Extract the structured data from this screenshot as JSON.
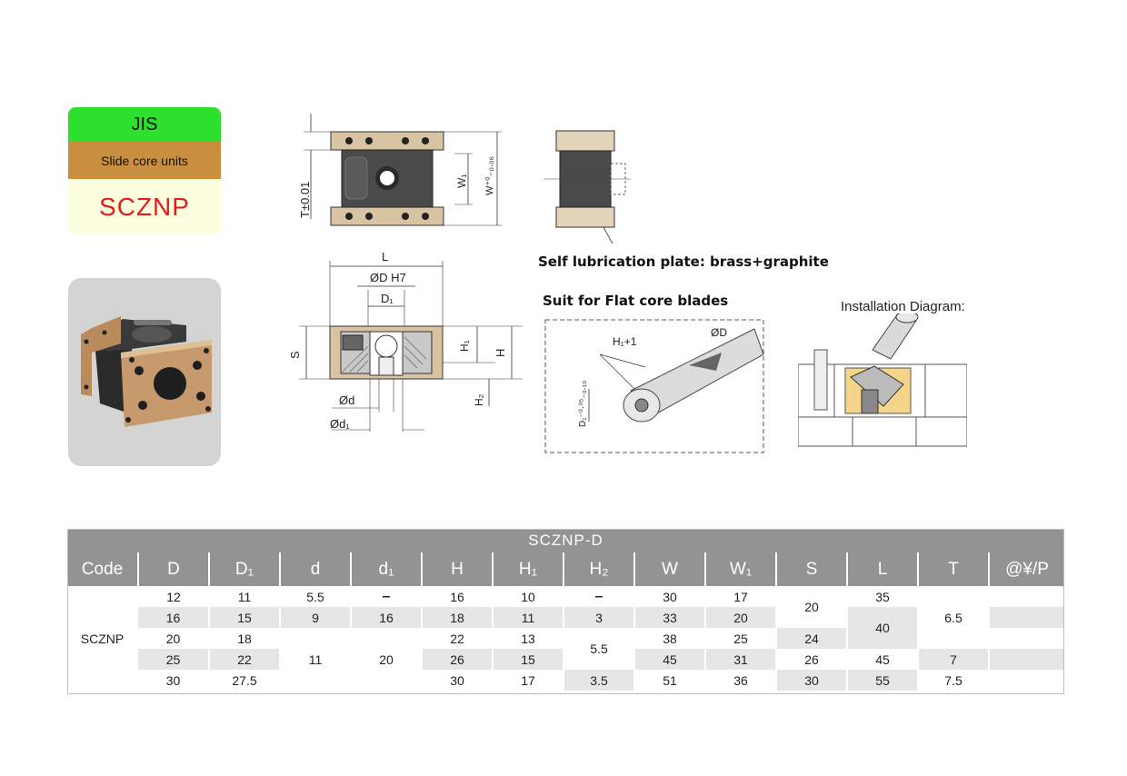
{
  "label": {
    "standard": "JIS",
    "category": "Slide core units",
    "code": "SCZNP"
  },
  "drawing_labels": {
    "t_tol": "T±0.01",
    "w1": "W₁",
    "w_tol": "W⁺⁰₋₀.₀₆",
    "l": "L",
    "od_h7": "ØD H7",
    "d1_cap": "D₁",
    "s": "S",
    "h1": "H₁",
    "h": "H",
    "h2": "H₂",
    "od_small": "Ød",
    "od1_small": "Ød₁",
    "h1_plus": "H₁+1",
    "od_blade": "ØD",
    "d1_tol": "D₁⁻⁰·⁰⁵₋₀.₁₀"
  },
  "captions": {
    "lubrication": "Self lubrication plate: brass+graphite",
    "suit": "Suit for Flat core blades",
    "installation": "Installation Diagram:"
  },
  "table": {
    "title": "SCZNP-D",
    "headers": [
      "Code",
      "D",
      "D₁",
      "d",
      "d₁",
      "H",
      "H₁",
      "H₂",
      "W",
      "W₁",
      "S",
      "L",
      "T",
      "@¥/P"
    ],
    "code": "SCZNP",
    "D": [
      "12",
      "16",
      "20",
      "25",
      "30"
    ],
    "D1": [
      "11",
      "15",
      "18",
      "22",
      "27.5"
    ],
    "d": [
      "5.5",
      "9",
      "11"
    ],
    "d1": [
      "–",
      "16",
      "20"
    ],
    "H": [
      "16",
      "18",
      "22",
      "26",
      "30"
    ],
    "H1": [
      "10",
      "11",
      "13",
      "15",
      "17"
    ],
    "H2": [
      "–",
      "3",
      "5.5",
      "3.5"
    ],
    "W": [
      "30",
      "33",
      "38",
      "45",
      "51"
    ],
    "W1": [
      "17",
      "20",
      "25",
      "31",
      "36"
    ],
    "S": [
      "20",
      "24",
      "26",
      "30"
    ],
    "L": [
      "35",
      "40",
      "45",
      "55"
    ],
    "T": [
      "6.5",
      "7",
      "7.5"
    ]
  },
  "colors": {
    "jis_green": "#2ee02e",
    "category_brown": "#c98f3e",
    "code_red": "#e31c1c",
    "header_gray": "#939393",
    "stripe_gray": "#e6e6e6",
    "brass": "#c8a97a"
  }
}
